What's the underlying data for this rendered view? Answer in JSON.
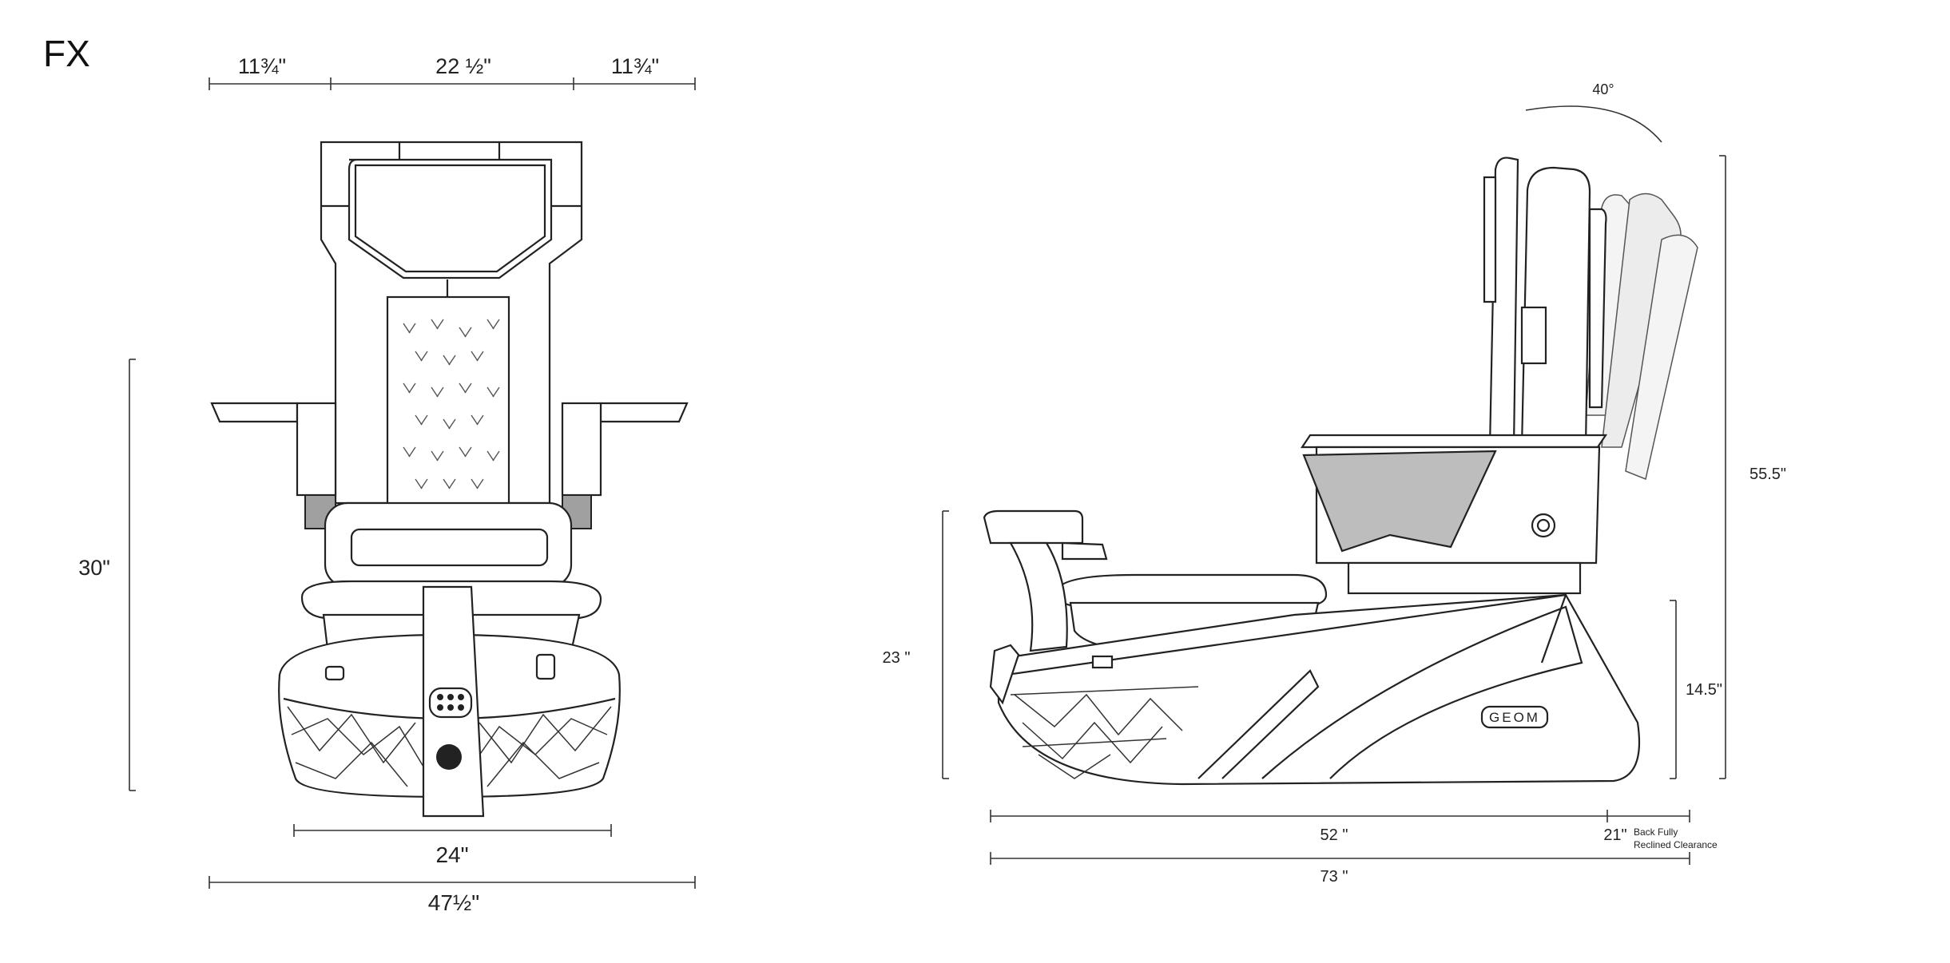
{
  "title": "FX",
  "front_view": {
    "dims": {
      "top_left": "11¾\"",
      "top_center": "22 ½\"",
      "top_right": "11¾\"",
      "height": "30\"",
      "base_width": "24\"",
      "overall_width": "47½\""
    }
  },
  "side_view": {
    "dims": {
      "recline_angle": "40°",
      "overall_height": "55.5\"",
      "basin_height": "23 \"",
      "base_height": "14.5\"",
      "length": "52 \"",
      "clearance": "21\"",
      "clearance_note_1": "Back Fully",
      "clearance_note_2": "Reclined Clearance",
      "total_length": "73 \""
    },
    "badge": "GEOM"
  },
  "colors": {
    "line": "#222222",
    "panel": "#bdbdbd",
    "light_panel": "#e3e3e3"
  }
}
